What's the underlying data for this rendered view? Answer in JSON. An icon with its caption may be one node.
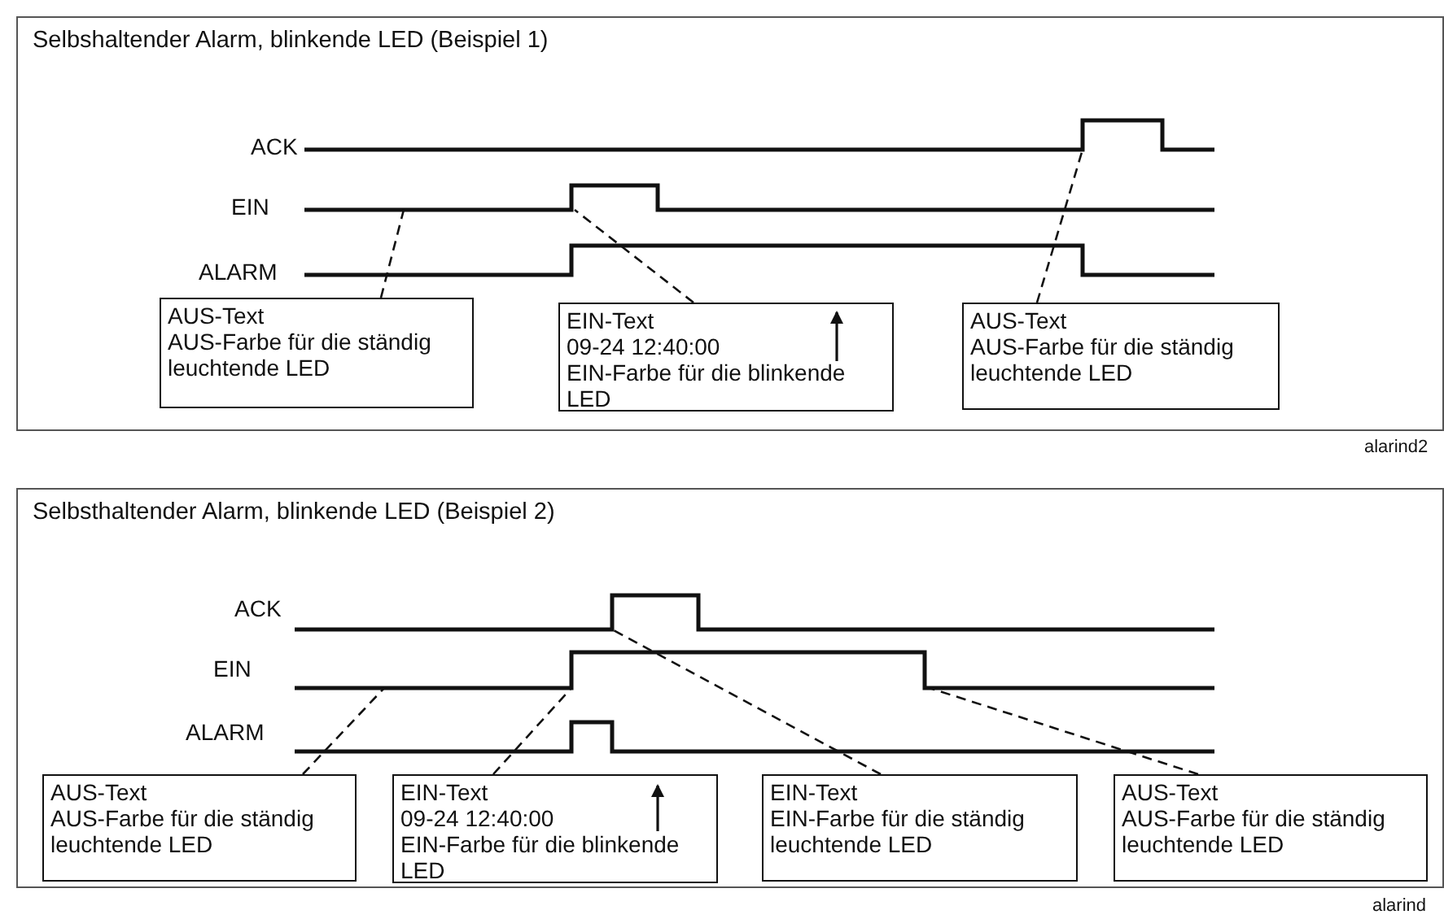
{
  "diagram": {
    "nodes": [
      {
        "text": [
          "Selbshaltender Alarm, blinkende LED (Beispiel 1)"
        ]
      },
      {
        "text": [
          "AUS-Text",
          "AUS-Farbe für die ständig leuchtende LED"
        ],
        "in": 0
      },
      {
        "text": [
          "EIN-Text",
          "09-24 12:40:00",
          "EIN-Farbe für die blinkende LED"
        ],
        "in": 0
      },
      {
        "text": [
          "AUS-Text",
          "AUS-Farbe für die ständig leuchtende LED"
        ],
        "in": 0
      },
      {
        "text": [
          "Selbsthaltender Alarm, blinkende LED (Beispiel 2)"
        ]
      },
      {
        "text": [
          "AUS-Text",
          "AUS-Farbe für die ständig leuchtende LED"
        ],
        "in": 4
      },
      {
        "text": [
          "EIN-Text",
          "09-24 12:40:00",
          "EIN-Farbe für die blinkende LED"
        ],
        "in": 4
      },
      {
        "text": [
          "EIN-Text",
          "EIN-Farbe für die ständig leuchtende LED"
        ],
        "in": 4
      },
      {
        "text": [
          "AUS-Text",
          "AUS-Farbe für die ständig leuchtende LED"
        ],
        "in": 4
      }
    ],
    "edges": [
      {
        "from": 1,
        "to": null,
        "arrow": "none",
        "style": "dashed"
      },
      {
        "from": 2,
        "to": null,
        "arrow": "none",
        "style": "dashed"
      },
      {
        "from": 3,
        "to": null,
        "arrow": "none",
        "style": "dashed"
      },
      {
        "from": 5,
        "to": null,
        "arrow": "none",
        "style": "dashed"
      },
      {
        "from": 6,
        "to": null,
        "arrow": "none",
        "style": "dashed"
      },
      {
        "from": 7,
        "to": null,
        "arrow": "none",
        "style": "dashed"
      },
      {
        "from": 8,
        "to": null,
        "arrow": "none",
        "style": "dashed"
      }
    ],
    "labels": [
      "ACK",
      "EIN",
      "ALARM",
      "alarind2",
      "ACK",
      "EIN",
      "ALARM",
      "alarind"
    ]
  }
}
